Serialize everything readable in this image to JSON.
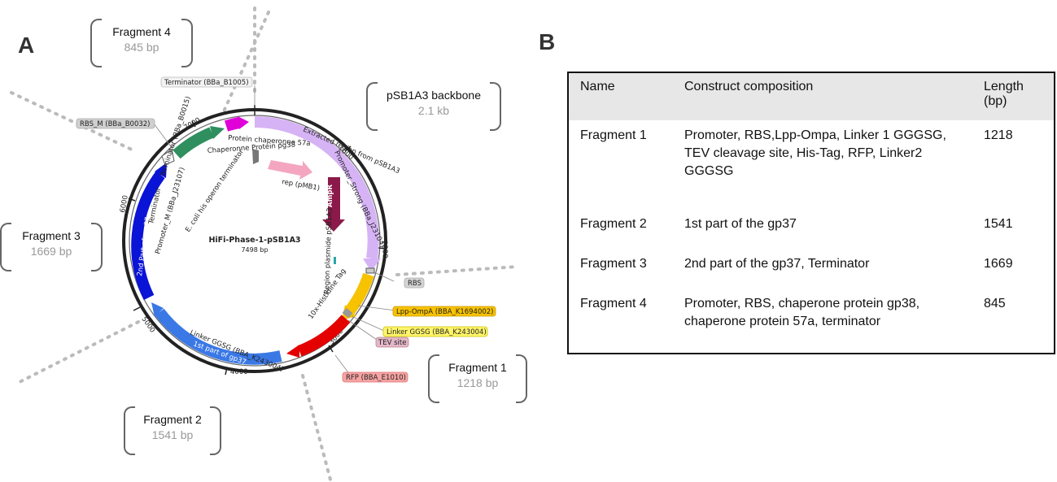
{
  "panel_a_label": "A",
  "panel_b_label": "B",
  "plasmid": {
    "name": "HiFi-Phase-1-pSB1A3",
    "length_label": "7498 bp",
    "ticks": [
      "1000",
      "2000",
      "3000",
      "4000",
      "5000",
      "6000",
      "7000"
    ],
    "features": {
      "extracted_region": "Extracted region from pSB1A3",
      "promoter_strong": "Promoter_Strong (BBa_J23104)",
      "ampr": "AmpR",
      "rep": "rep (pMB1)",
      "region_plasmid": "Region plasmide pSB1A3",
      "his_tag": "10x-Histidine Tag",
      "linker_ggsg": "Linker GGSG (BBA_K243004)",
      "first_part": "1st part of gp37",
      "second_part": "2nd Part of gp 37",
      "terminator_inner": "Terminator",
      "promoter_m": "Promoter_M (BBa_J23107)",
      "ecoli_term": "E. coli his operon terminator",
      "chaperone_57a": "Protein chaperonne 57a",
      "chaperone_pg38": "Chaperonne Protein pg38"
    },
    "tags": {
      "terminator_b1005": "Terminator (BBa_B1005)",
      "rbs_m": "RBS_M (BBa_B0032)",
      "terminator_b0015": "Terminator (BBa_B0015)",
      "rbs": "RBS",
      "lpp_ompa": "Lpp-OmpA (BBA_K1694002)",
      "linker_ggsg_tag": "Linker GGSG (BBA_K243004)",
      "tev": "TEV site",
      "rfp": "RFP (BBA_E1010)"
    },
    "colors": {
      "extracted": "#d6b3f5",
      "ampr": "#8b1a4a",
      "rep": "#f4a6c0",
      "his": "#f7c200",
      "rfp": "#e50000",
      "first_part": "#3a78e6",
      "second_part": "#0a14d6",
      "green": "#2f8f5f",
      "magenta": "#e000d8"
    }
  },
  "fragments": [
    {
      "name": "Fragment 4",
      "size": "845 bp"
    },
    {
      "name": "pSB1A3 backbone",
      "size": "2.1 kb"
    },
    {
      "name": "Fragment 3",
      "size": "1669 bp"
    },
    {
      "name": "Fragment 1",
      "size": "1218 bp"
    },
    {
      "name": "Fragment 2",
      "size": "1541 bp"
    }
  ],
  "table": {
    "headers": [
      "Name",
      "Construct composition",
      "Length (bp)"
    ],
    "rows": [
      {
        "name": "Fragment 1",
        "composition": "Promoter, RBS,Lpp-Ompa, Linker 1 GGGSG, TEV cleavage site, His-Tag, RFP, Linker2 GGGSG",
        "length": "1218"
      },
      {
        "name": "Fragment 2",
        "composition": "1st part of the gp37",
        "length": "1541"
      },
      {
        "name": "Fragment 3",
        "composition": "2nd part of the gp37, Terminator",
        "length": "1669"
      },
      {
        "name": "Fragment 4",
        "composition": "Promoter, RBS, chaperone protein gp38, chaperone protein 57a, terminator",
        "length": "845"
      }
    ]
  }
}
